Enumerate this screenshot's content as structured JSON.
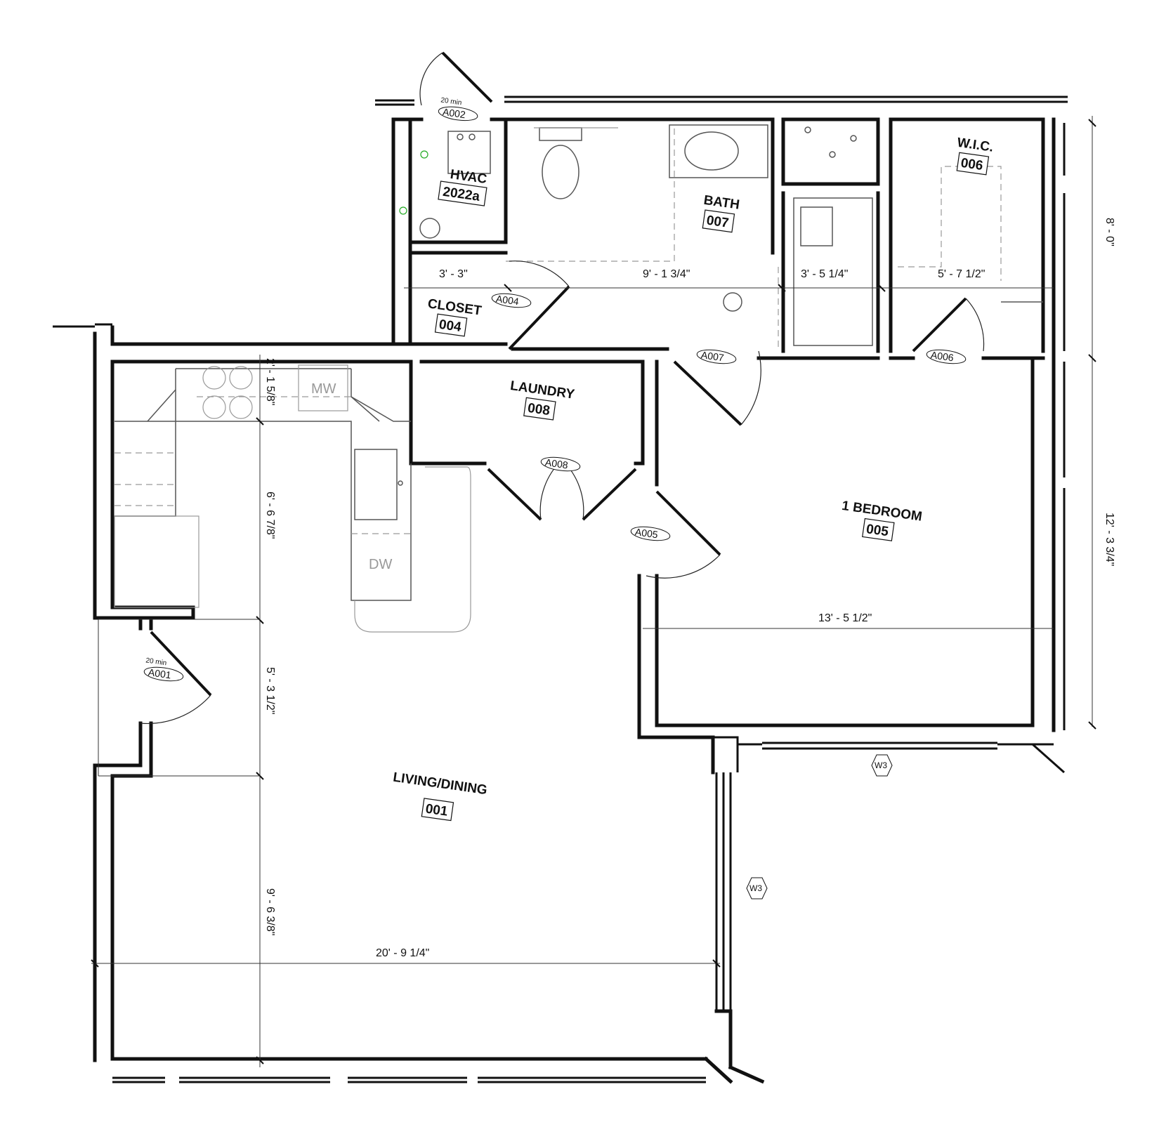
{
  "rooms": {
    "hvac": {
      "name": "HVAC",
      "number": "2022a"
    },
    "closet": {
      "name": "CLOSET",
      "number": "004"
    },
    "bath": {
      "name": "BATH",
      "number": "007"
    },
    "wic": {
      "name": "W.I.C.",
      "number": "006"
    },
    "laundry": {
      "name": "LAUNDRY",
      "number": "008"
    },
    "bedroom": {
      "name": "1 BEDROOM",
      "number": "005"
    },
    "living": {
      "name": "LIVING/DINING",
      "number": "001"
    }
  },
  "doors": {
    "a001": {
      "tag": "A001",
      "rating": "20 min"
    },
    "a002": {
      "tag": "A002",
      "rating": "20 min"
    },
    "a004": {
      "tag": "A004"
    },
    "a005": {
      "tag": "A005"
    },
    "a006": {
      "tag": "A006"
    },
    "a007": {
      "tag": "A007"
    },
    "a008": {
      "tag": "A008"
    }
  },
  "windows": {
    "w3_bedroom": "W3",
    "w3_living": "W3"
  },
  "appliances": {
    "microwave": "MW",
    "dishwasher": "DW"
  },
  "dimensions": {
    "closet_width": "3' - 3\"",
    "bath_width": "9' - 1 3/4\"",
    "shower_width": "3' - 5 1/4\"",
    "wic_width": "5' - 7 1/2\"",
    "upper_height": "8' - 0\"",
    "bedroom_height": "12' - 3 3/4\"",
    "bedroom_width": "13' - 5 1/2\"",
    "kitchen_counter": "2' - 1 5/8\"",
    "kitchen_depth": "6' - 6 7/8\"",
    "entry_depth": "5' - 3 1/2\"",
    "living_depth": "9' - 6 3/8\"",
    "living_width": "20' - 9 1/4\""
  }
}
